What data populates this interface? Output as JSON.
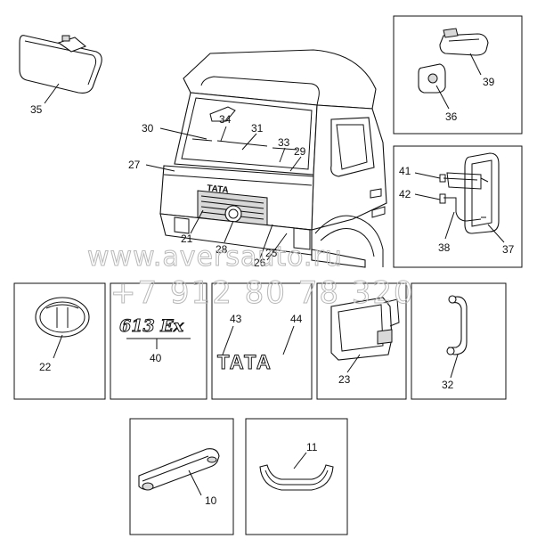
{
  "callouts": {
    "n35": "35",
    "n30": "30",
    "n34": "34",
    "n31": "31",
    "n33": "33",
    "n29": "29",
    "n27": "27",
    "n21": "21",
    "n28": "28",
    "n26": "26",
    "n25": "25",
    "n39": "39",
    "n36": "36",
    "n41": "41",
    "n42": "42",
    "n38": "38",
    "n37": "37",
    "n22": "22",
    "n40": "40",
    "n43": "43",
    "n44": "44",
    "n23": "23",
    "n32": "32",
    "n10": "10",
    "n11": "11"
  },
  "badges": {
    "model_badge": "613 Ex",
    "brand_word": "TATA",
    "cab_grille_word": "TATA"
  },
  "watermark": {
    "site": "www.aversauto.ru",
    "phone": "+7 912 80 78 320"
  }
}
